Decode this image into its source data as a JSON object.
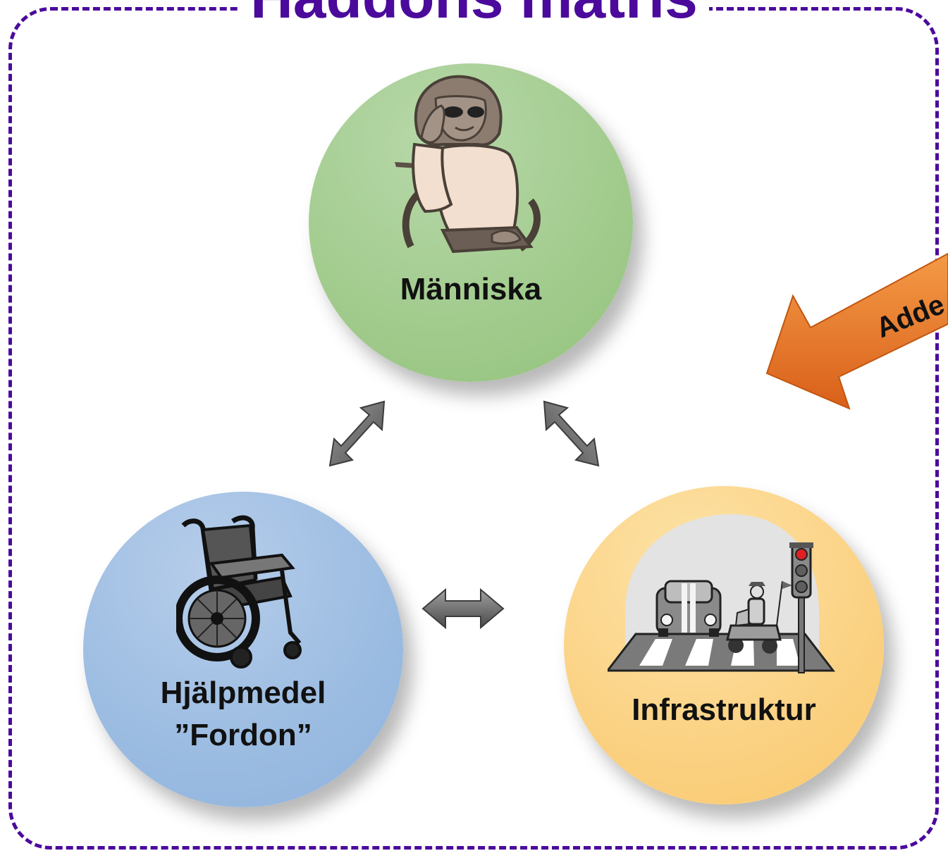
{
  "title": "Haddons matris",
  "nodes": {
    "human": {
      "label": "Människa"
    },
    "aid": {
      "line1": "Hjälpmedel",
      "line2": "”Fordon”"
    },
    "infrastructure": {
      "label": "Infrastruktur"
    }
  },
  "callout": {
    "text": "Adde"
  },
  "colors": {
    "frame": "#4b0a9c",
    "human_circle": "#a3cc8f",
    "aid_circle": "#9dbde2",
    "infrastructure_circle": "#fbd386",
    "callout_arrow": "#ee7a22",
    "connector_arrows": "#6e6e6e"
  }
}
